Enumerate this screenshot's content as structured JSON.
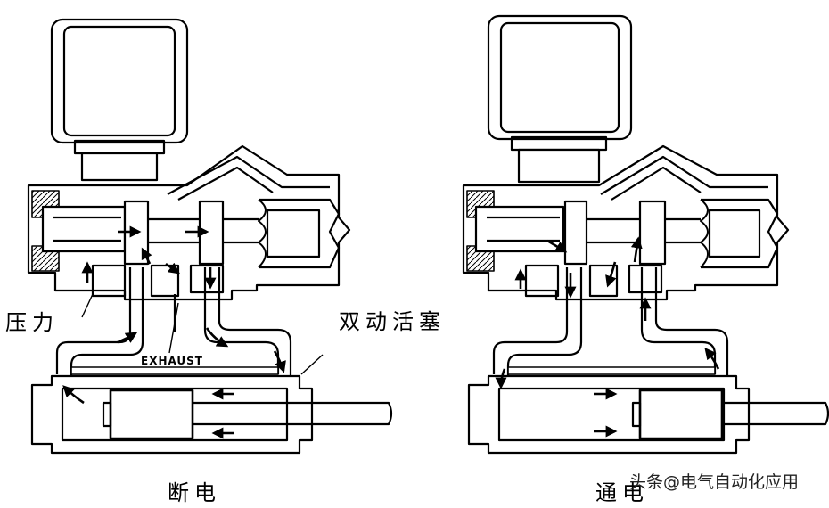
{
  "labels": {
    "pressure": "压力",
    "double_piston": "双动活塞",
    "exhaust": "EXHAUST",
    "power_off": "断电",
    "power_on": "通电",
    "watermark": "头条@电气自动化应用"
  },
  "colors": {
    "line": "#000000",
    "background": "#ffffff"
  }
}
